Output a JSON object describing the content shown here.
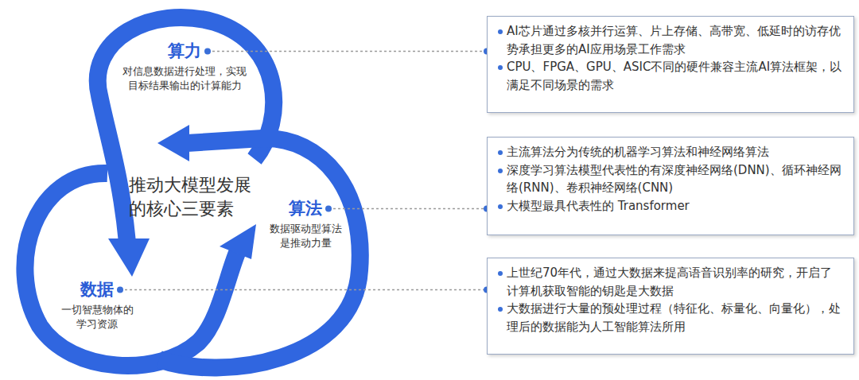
{
  "diagram": {
    "nodes": [
      {
        "text": [
          "算力",
          "对信息数据进行处理，实现目标结果输出的计算能力"
        ]
      },
      {
        "text": [
          "算法",
          "数据驱动型算法是推动力量"
        ]
      },
      {
        "text": [
          "数据",
          "一切智慧物体的学习资源"
        ]
      },
      {
        "text": [
          "AI芯片通过多核并行运算、片上存储、高带宽、低延时的访存优势承担更多的AI应用场景工作需求",
          "CPU、FPGA、GPU、ASIC不同的硬件兼容主流AI算法框架，以满足不同场景的需求"
        ]
      },
      {
        "text": [
          "主流算法分为传统的机器学习算法和神经网络算法",
          "深度学习算法模型代表性的有深度神经网络(DNN)、循环神经网络(RNN)、卷积神经网络(CNN)",
          "大模型最具代表性的 Transformer"
        ]
      },
      {
        "text": [
          "上世纪70年代，通过大数据来提高语音识别率的研究，开启了计算机获取智能的钥匙是大数据",
          "大数据进行大量的预处理过程（特征化、标量化、向量化），处理后的数据能为人工智能算法所用"
        ]
      }
    ],
    "edges": [
      {
        "from": 0,
        "to": 3,
        "arrow": "none"
      },
      {
        "from": 1,
        "to": 4,
        "arrow": "none"
      },
      {
        "from": 2,
        "to": 5,
        "arrow": "none"
      }
    ],
    "labels": [
      "推动大模型发展的核心三要素"
    ]
  }
}
